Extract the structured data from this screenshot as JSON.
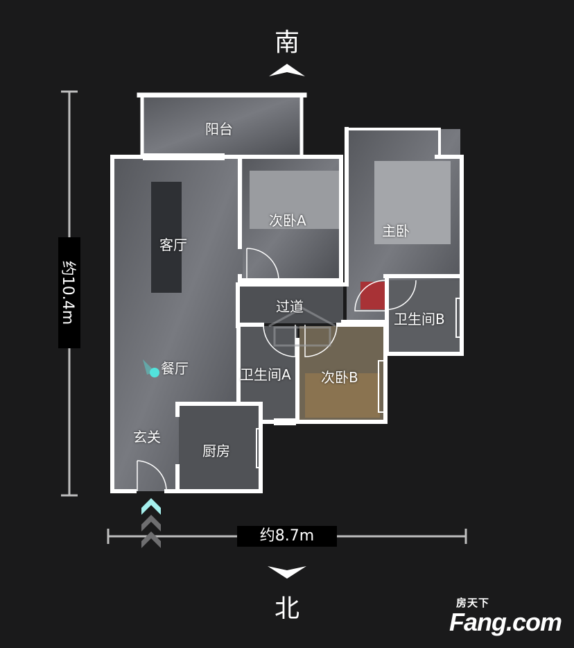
{
  "compass": {
    "south": "南",
    "north": "北"
  },
  "dimensions": {
    "height": "约10.4m",
    "width": "约8.7m"
  },
  "rooms": {
    "balcony": "阳台",
    "living_room": "客厅",
    "second_bedroom_a": "次卧A",
    "master_bedroom": "主卧",
    "hallway": "过道",
    "bathroom_b": "卫生间B",
    "dining_room": "餐厅",
    "bathroom_a": "卫生间A",
    "second_bedroom_b": "次卧B",
    "entrance": "玄关",
    "kitchen": "厨房"
  },
  "watermark": {
    "tagline": "房天下",
    "brand": "Fang.com"
  },
  "colors": {
    "background": "#1a1a1b",
    "wall": "#ffffff",
    "floor": "#6b6d72",
    "entry_arrow_active": "#a6f0ee",
    "entry_arrow_inactive": "#6e6e70",
    "position_marker": "#52e3dc"
  }
}
